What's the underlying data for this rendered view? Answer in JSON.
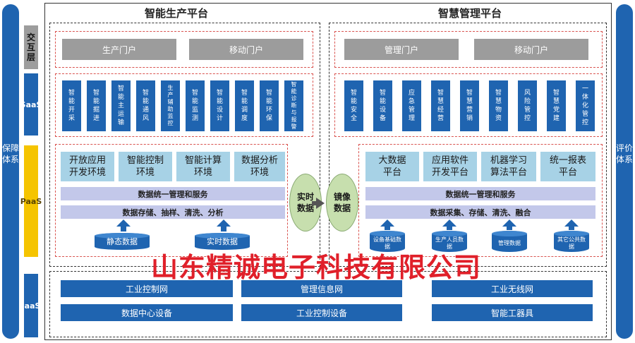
{
  "left_bar": "保障体系",
  "right_bar": "评价体系",
  "layers": {
    "interaction": "交互层",
    "saas": "SaaS",
    "paas": "PaaS",
    "iaas": "IaaS"
  },
  "production": {
    "title": "智能生产平台",
    "portals": [
      "生产门户",
      "移动门户"
    ],
    "saas": [
      "智能开采",
      "智能掘进",
      "智能主运输",
      "智能通风",
      "生产辅助监控",
      "智能监测",
      "智能设计",
      "智能调度",
      "智能环保",
      "智能诊断与报警"
    ],
    "envs": [
      "开放应用\n开发环境",
      "智能控制\n环境",
      "智能计算\n环境",
      "数据分析\n环境"
    ],
    "strip1": "数据统一管理和服务",
    "strip2": "数据存储、抽样、清洗、分析",
    "sources": [
      "静态数据",
      "实时数据"
    ]
  },
  "management": {
    "title": "智慧管理平台",
    "portals": [
      "管理门户",
      "移动门户"
    ],
    "saas": [
      "智能安全",
      "智能设备",
      "应急管理",
      "智慧经营",
      "智慧营销",
      "智慧物资",
      "风险管控",
      "智慧党建",
      "一体化管控"
    ],
    "envs": [
      "大数据\n平台",
      "应用软件\n开发平台",
      "机器学习\n算法平台",
      "统一报表\n平台"
    ],
    "strip1": "数据统一管理和服务",
    "strip2": "数据采集、存储、清洗、融合",
    "sources": [
      "设备基础数据",
      "生产人员数据",
      "管理数据",
      "其它公共数据"
    ]
  },
  "bridge": {
    "left": "实时数据",
    "right": "镜像数据"
  },
  "iaas": {
    "row1": [
      "工业控制网",
      "管理信息网",
      "工业无线网"
    ],
    "row2": [
      "数据中心设备",
      "工业控制设备",
      "智能工器具"
    ]
  },
  "watermark": "山东精诚电子科技有限公司",
  "colors": {
    "blue": "#1f64b0",
    "gray": "#9c9c9c",
    "yellow": "#f5c400",
    "light_blue": "#a7d2e6",
    "lavender": "#c3c8ea",
    "green": "#c7dfae",
    "red": "#e0202a"
  }
}
